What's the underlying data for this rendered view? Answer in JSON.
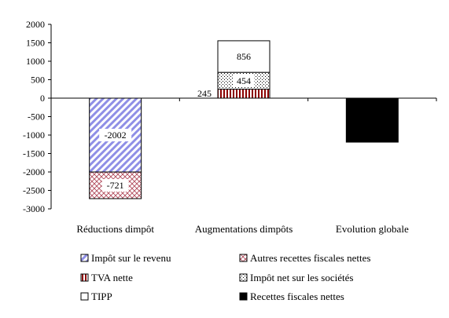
{
  "chart_data": {
    "type": "bar",
    "stacked": true,
    "title": "",
    "xlabel": "",
    "ylabel": "",
    "ylim": [
      -3000,
      2000
    ],
    "yticks": [
      2000,
      1500,
      1000,
      500,
      0,
      -500,
      -1000,
      -1500,
      -2000,
      -2500,
      -3000
    ],
    "categories": [
      "Réductions dimpôt",
      "Augmentations dimpôts",
      "Evolution globale"
    ],
    "series": [
      {
        "name": "Impôt sur le revenu",
        "values": [
          -2002,
          0,
          0
        ],
        "labels": [
          "-2002",
          "",
          ""
        ],
        "pattern": "diagonal-blue"
      },
      {
        "name": "Autres recettes fiscales nettes",
        "values": [
          -721,
          0,
          0
        ],
        "labels": [
          "-721",
          "",
          ""
        ],
        "pattern": "crosshatch-red"
      },
      {
        "name": "TVA nette",
        "values": [
          0,
          245,
          0
        ],
        "labels": [
          "",
          "245",
          ""
        ],
        "pattern": "vertical-darkred"
      },
      {
        "name": "Impôt net sur les sociétés",
        "values": [
          0,
          454,
          0
        ],
        "labels": [
          "",
          "454",
          ""
        ],
        "pattern": "dots"
      },
      {
        "name": "TIPP",
        "values": [
          0,
          856,
          0
        ],
        "labels": [
          "",
          "856",
          ""
        ],
        "pattern": "white"
      },
      {
        "name": "Recettes fiscales nettes",
        "values": [
          0,
          0,
          -1192
        ],
        "labels": [
          "",
          "",
          ""
        ],
        "pattern": "black"
      }
    ],
    "legend": {
      "placement": "bottom",
      "columns": 2,
      "order": [
        "Impôt sur le revenu",
        "Autres recettes fiscales nettes",
        "TVA nette",
        "Impôt net sur les sociétés",
        "TIPP",
        "Recettes fiscales nettes"
      ]
    },
    "grid": false
  }
}
